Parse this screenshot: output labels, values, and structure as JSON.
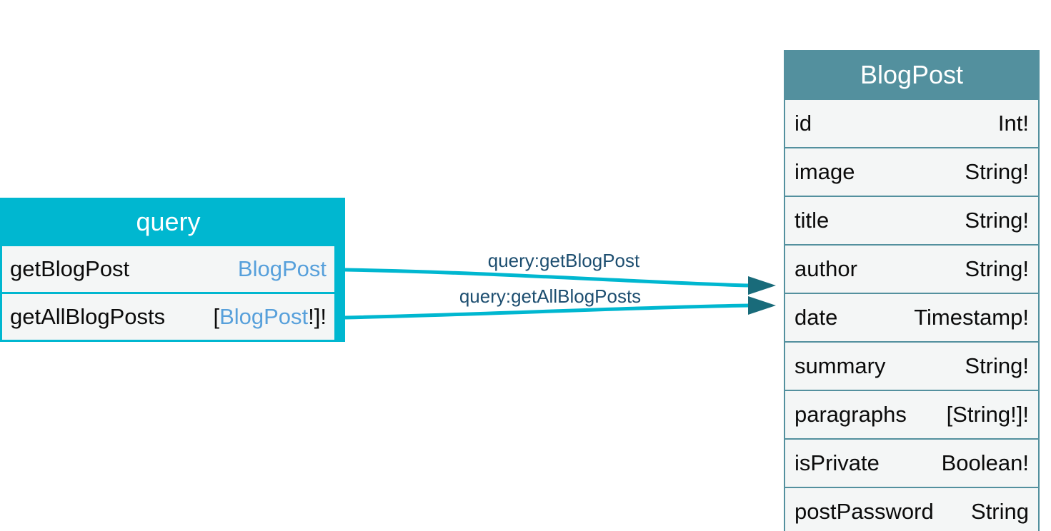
{
  "diagram": {
    "query_node": {
      "title": "query",
      "accent_color": "#00b7d0",
      "row_bg_color": "#f4f6f6",
      "header_text_color": "#ffffff",
      "fields": [
        {
          "name": "getBlogPost",
          "type_prefix": "",
          "type": "BlogPost",
          "type_suffix": ""
        },
        {
          "name": "getAllBlogPosts",
          "type_prefix": "[",
          "type": "BlogPost",
          "type_suffix": "!]!"
        }
      ]
    },
    "blogpost_node": {
      "title": "BlogPost",
      "accent_color": "#53909e",
      "row_bg_color": "#f4f6f6",
      "header_text_color": "#ffffff",
      "fields": [
        {
          "name": "id",
          "type": "Int!"
        },
        {
          "name": "image",
          "type": "String!"
        },
        {
          "name": "title",
          "type": "String!"
        },
        {
          "name": "author",
          "type": "String!"
        },
        {
          "name": "date",
          "type": "Timestamp!"
        },
        {
          "name": "summary",
          "type": "String!"
        },
        {
          "name": "paragraphs",
          "type": "[String!]!"
        },
        {
          "name": "isPrivate",
          "type": "Boolean!"
        },
        {
          "name": "postPassword",
          "type": "String"
        }
      ]
    },
    "edges": [
      {
        "label": "query:getBlogPost"
      },
      {
        "label": "query:getAllBlogPosts"
      }
    ],
    "colors": {
      "canvas_bg": "#ffffff",
      "edge_line": "#00b7d0",
      "edge_arrowhead": "#196b7a",
      "edge_label_text": "#1d4e70",
      "type_link": "#57a0db",
      "field_text": "#0b0b0b"
    }
  }
}
